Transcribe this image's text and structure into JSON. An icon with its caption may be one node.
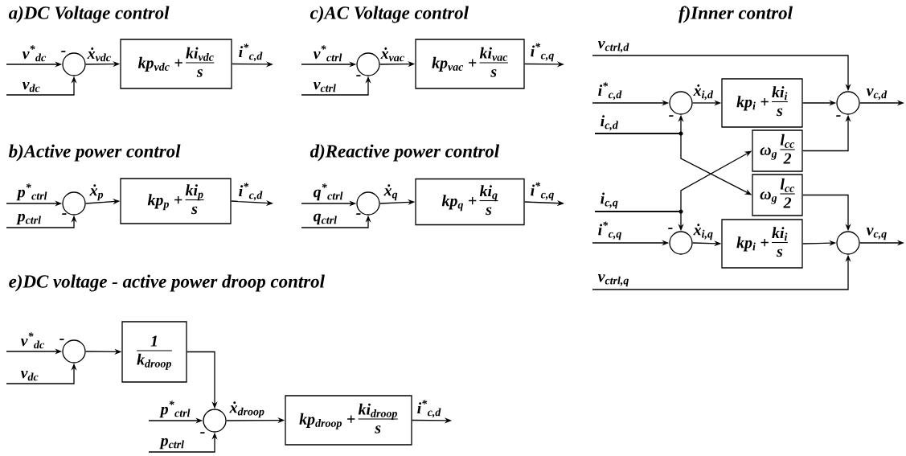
{
  "diagram": {
    "nodes": [
      {
        "text": [],
        "shape": "circle",
        "beside": [
          "-"
        ]
      },
      {
        "text": [
          "kp$_{vdc}$ +",
          "ki$_{vdc}$",
          "s"
        ]
      },
      {
        "text": [],
        "shape": "circle",
        "beside": [
          "-"
        ]
      },
      {
        "text": [
          "kp$_{p}$ +",
          "ki$_{p}$",
          "s"
        ]
      },
      {
        "text": [],
        "shape": "circle",
        "beside": [
          "-"
        ]
      },
      {
        "text": [
          "kp$_{vac}$ +",
          "ki$_{vac}$",
          "s"
        ]
      },
      {
        "text": [],
        "shape": "circle",
        "beside": [
          "-"
        ]
      },
      {
        "text": [
          "kp$_{q}$ +",
          "ki$_{q}$",
          "s"
        ]
      },
      {
        "text": [],
        "shape": "circle",
        "beside": [
          "-"
        ]
      },
      {
        "text": [
          "1",
          "k$_{droop}$"
        ]
      },
      {
        "text": [],
        "shape": "circle",
        "beside": [
          "-"
        ]
      },
      {
        "text": [
          "kp$_{droop}$ +",
          "ki$_{droop}$",
          "s"
        ]
      },
      {
        "text": [],
        "shape": "circle",
        "beside": [
          "-"
        ]
      },
      {
        "text": [
          "kp$_{i}$ +",
          "ki$_{i}$",
          "s"
        ]
      },
      {
        "text": [],
        "shape": "circle",
        "beside": [
          "-"
        ]
      },
      {
        "text": [
          "ω$_{g}$",
          "l$_{cc}$",
          "2"
        ]
      },
      {
        "text": [
          "ω$_{g}$",
          "l$_{cc}$",
          "2"
        ]
      },
      {
        "text": [],
        "shape": "circle",
        "beside": [
          "-"
        ]
      },
      {
        "text": [
          "kp$_{i}$ +",
          "ki$_{i}$",
          "s"
        ]
      },
      {
        "text": [],
        "shape": "circle"
      }
    ],
    "edges": [
      {
        "from": null,
        "to": 0,
        "arrow": "to",
        "label": "v$^{*}$$_{dc}$"
      },
      {
        "from": null,
        "to": 0,
        "arrow": "to",
        "label": "v$_{dc}$"
      },
      {
        "from": 0,
        "to": 1,
        "arrow": "to",
        "label": "ẋ$_{vdc}$"
      },
      {
        "from": 1,
        "to": null,
        "arrow": "to",
        "label": "i$^{*}$$_{c,d}$"
      },
      {
        "from": null,
        "to": 2,
        "arrow": "to",
        "label": "p$^{*}$$_{ctrl}$"
      },
      {
        "from": null,
        "to": 2,
        "arrow": "to",
        "label": "p$_{ctrl}$"
      },
      {
        "from": 2,
        "to": 3,
        "arrow": "to",
        "label": "ẋ$_{p}$"
      },
      {
        "from": 3,
        "to": null,
        "arrow": "to",
        "label": "i$^{*}$$_{c,d}$"
      },
      {
        "from": null,
        "to": 4,
        "arrow": "to",
        "label": "v$^{*}$$_{ctrl}$"
      },
      {
        "from": null,
        "to": 4,
        "arrow": "to",
        "label": "v$_{ctrl}$"
      },
      {
        "from": 4,
        "to": 5,
        "arrow": "to",
        "label": "ẋ$_{vac}$"
      },
      {
        "from": 5,
        "to": null,
        "arrow": "to",
        "label": "i$^{*}$$_{c,q}$"
      },
      {
        "from": null,
        "to": 6,
        "arrow": "to",
        "label": "q$^{*}$$_{ctrl}$"
      },
      {
        "from": null,
        "to": 6,
        "arrow": "to",
        "label": "q$_{ctrl}$"
      },
      {
        "from": 6,
        "to": 7,
        "arrow": "to",
        "label": "ẋ$_{q}$"
      },
      {
        "from": 7,
        "to": null,
        "arrow": "to",
        "label": "i$^{*}$$_{c,q}$"
      },
      {
        "from": null,
        "to": 8,
        "arrow": "to",
        "label": "v$^{*}$$_{dc}$"
      },
      {
        "from": null,
        "to": 8,
        "arrow": "to",
        "label": "v$_{dc}$"
      },
      {
        "from": 8,
        "to": 9,
        "arrow": "to"
      },
      {
        "from": 9,
        "to": 10,
        "arrow": "to"
      },
      {
        "from": null,
        "to": 10,
        "arrow": "to",
        "label": "p$^{*}$$_{ctrl}$"
      },
      {
        "from": null,
        "to": 10,
        "arrow": "to",
        "label": "p$_{ctrl}$"
      },
      {
        "from": 10,
        "to": 11,
        "arrow": "to",
        "label": "ẋ$_{droop}$"
      },
      {
        "from": 11,
        "to": null,
        "arrow": "to",
        "label": "i$^{*}$$_{c,d}$"
      },
      {
        "from": null,
        "to": 14,
        "arrow": "to",
        "label": "v$_{ctrl,d}$"
      },
      {
        "from": null,
        "to": 12,
        "arrow": "to",
        "label": "i$^{*}$$_{c,d}$"
      },
      {
        "from": 12,
        "to": 13,
        "arrow": "to",
        "label": "ẋ$_{i,d}$"
      },
      {
        "from": 13,
        "to": 14,
        "arrow": "to"
      },
      {
        "from": 14,
        "to": null,
        "arrow": "to",
        "label": "v$_{c,d}$"
      },
      {
        "from": null,
        "to": 12,
        "arrow": "to",
        "label": "i$_{c,d}$"
      },
      {
        "from": null,
        "to": 16,
        "arrow": "to"
      },
      {
        "from": 15,
        "to": 14,
        "arrow": "to"
      },
      {
        "from": 16,
        "to": 19,
        "arrow": "to"
      },
      {
        "from": null,
        "to": 17,
        "arrow": "to",
        "label": "i$_{c,q}$"
      },
      {
        "from": null,
        "to": 15,
        "arrow": "to"
      },
      {
        "from": null,
        "to": 17,
        "arrow": "to",
        "label": "i$^{*}$$_{c,q}$"
      },
      {
        "from": 17,
        "to": 18,
        "arrow": "to",
        "label": "ẋ$_{i,q}$"
      },
      {
        "from": 18,
        "to": 19,
        "arrow": "to"
      },
      {
        "from": 19,
        "to": null,
        "arrow": "to",
        "label": "v$_{c,q}$"
      },
      {
        "from": null,
        "to": 19,
        "arrow": "to",
        "label": "v$_{ctrl,q}$"
      }
    ],
    "labels": [
      "a)DC Voltage control",
      "b)Active power control",
      "c)AC Voltage control",
      "d)Reactive power control",
      "e)DC voltage - active power droop control",
      "f)Inner control"
    ]
  }
}
